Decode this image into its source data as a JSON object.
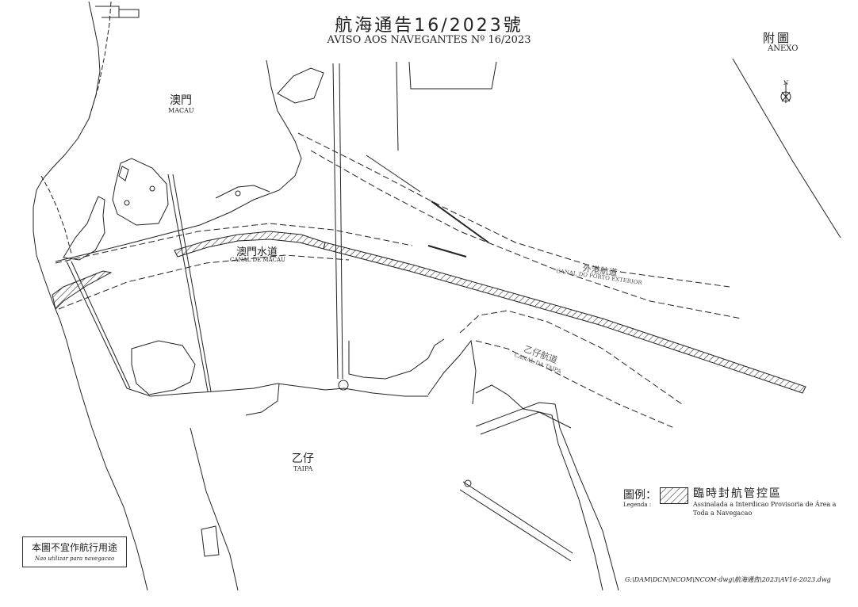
{
  "header": {
    "title_zh": "航海通告16/2023號",
    "title_pt": "AVISO AOS NAVEGANTES Nº 16/2023",
    "annex_zh": "附圖",
    "annex_pt": "ANEXO"
  },
  "north_arrow": {
    "icon": "north-arrow-icon",
    "label": "N"
  },
  "places": {
    "macau_zh": "澳門",
    "macau_pt": "MACAU",
    "canal_macau_zh": "澳門水道",
    "canal_macau_pt": "CANAL DE MACAU",
    "canal_exterior_zh": "外港航道",
    "canal_exterior_pt": "CANAL DO PORTO EXTERIOR",
    "canal_taipa_zh": "乙仔航道",
    "canal_taipa_pt": "CANAL DA TAIPA",
    "taipa_zh": "乙仔",
    "taipa_pt": "TAIPA"
  },
  "legend": {
    "title_zh": "圖例：",
    "title_pt": "Legenda :",
    "item_zh": "臨時封航管控區",
    "item_pt_line1": "Assinalada a Interdicao Provisoria de Área a",
    "item_pt_line2": "Toda a Navegacao"
  },
  "notice": {
    "zh": "本圖不宜作航行用途",
    "pt": "Nao utilizar para navegacao"
  },
  "file_path": "G:\\DAM\\DCN\\NCOM\\NCOM-dwg\\航海通告\\2023\\AV16-2023.dwg",
  "colors": {
    "line": "#222222",
    "hatch": "#333333",
    "background": "#ffffff"
  }
}
